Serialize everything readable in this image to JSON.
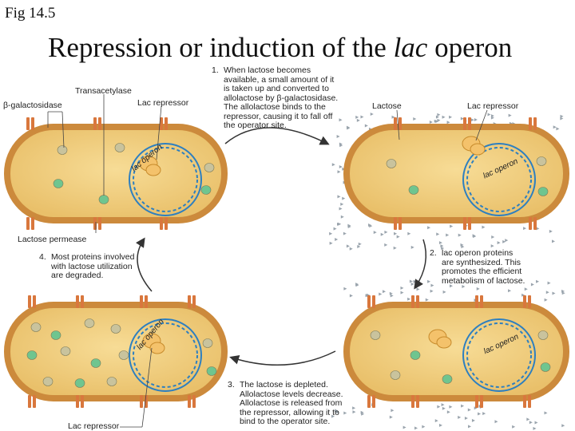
{
  "figure_label": "Fig 14.5",
  "title": {
    "prefix": "Repression or induction of the ",
    "italic": "lac",
    "suffix": " operon"
  },
  "labels": {
    "transacetylase": "Transacetylase",
    "beta_galactosidase": "β-galactosidase",
    "lac_repressor_top": "Lac repressor",
    "lactose": "Lactose",
    "lac_repressor_right": "Lac repressor",
    "lactose_permease": "Lactose permease",
    "lac_repressor_bottom": "Lac repressor",
    "lac_operon_text": "lac operon"
  },
  "steps": [
    {
      "num": "1.",
      "lines": [
        "When lactose becomes",
        "available, a small amount of it",
        "is taken up and converted to",
        "allolactose by β-galactosidase.",
        "The allolactose binds to the",
        "repressor, causing it to fall off",
        "the operator site."
      ]
    },
    {
      "num": "2.",
      "lines": [
        "lac operon proteins",
        "are synthesized. This",
        "promotes the efficient",
        "metabolism of lactose."
      ]
    },
    {
      "num": "3.",
      "lines": [
        "The lactose is depleted.",
        "Allolactose levels decrease.",
        "Allolactose is released from",
        "the repressor, allowing it to",
        "bind to the operator site."
      ]
    },
    {
      "num": "4.",
      "lines": [
        "Most proteins involved",
        "with lactose utilization",
        "are degraded."
      ]
    }
  ],
  "colors": {
    "cell_wall": "#cc8a3c",
    "cytoplasm": "#f0cf7e",
    "channel": "#d9773d",
    "dna_blue": "#2d7fc0",
    "green_protein": "#6fc58f",
    "tan_protein": "#c9c39d",
    "lactose": "#9aa4ad",
    "arrow": "#333333"
  }
}
